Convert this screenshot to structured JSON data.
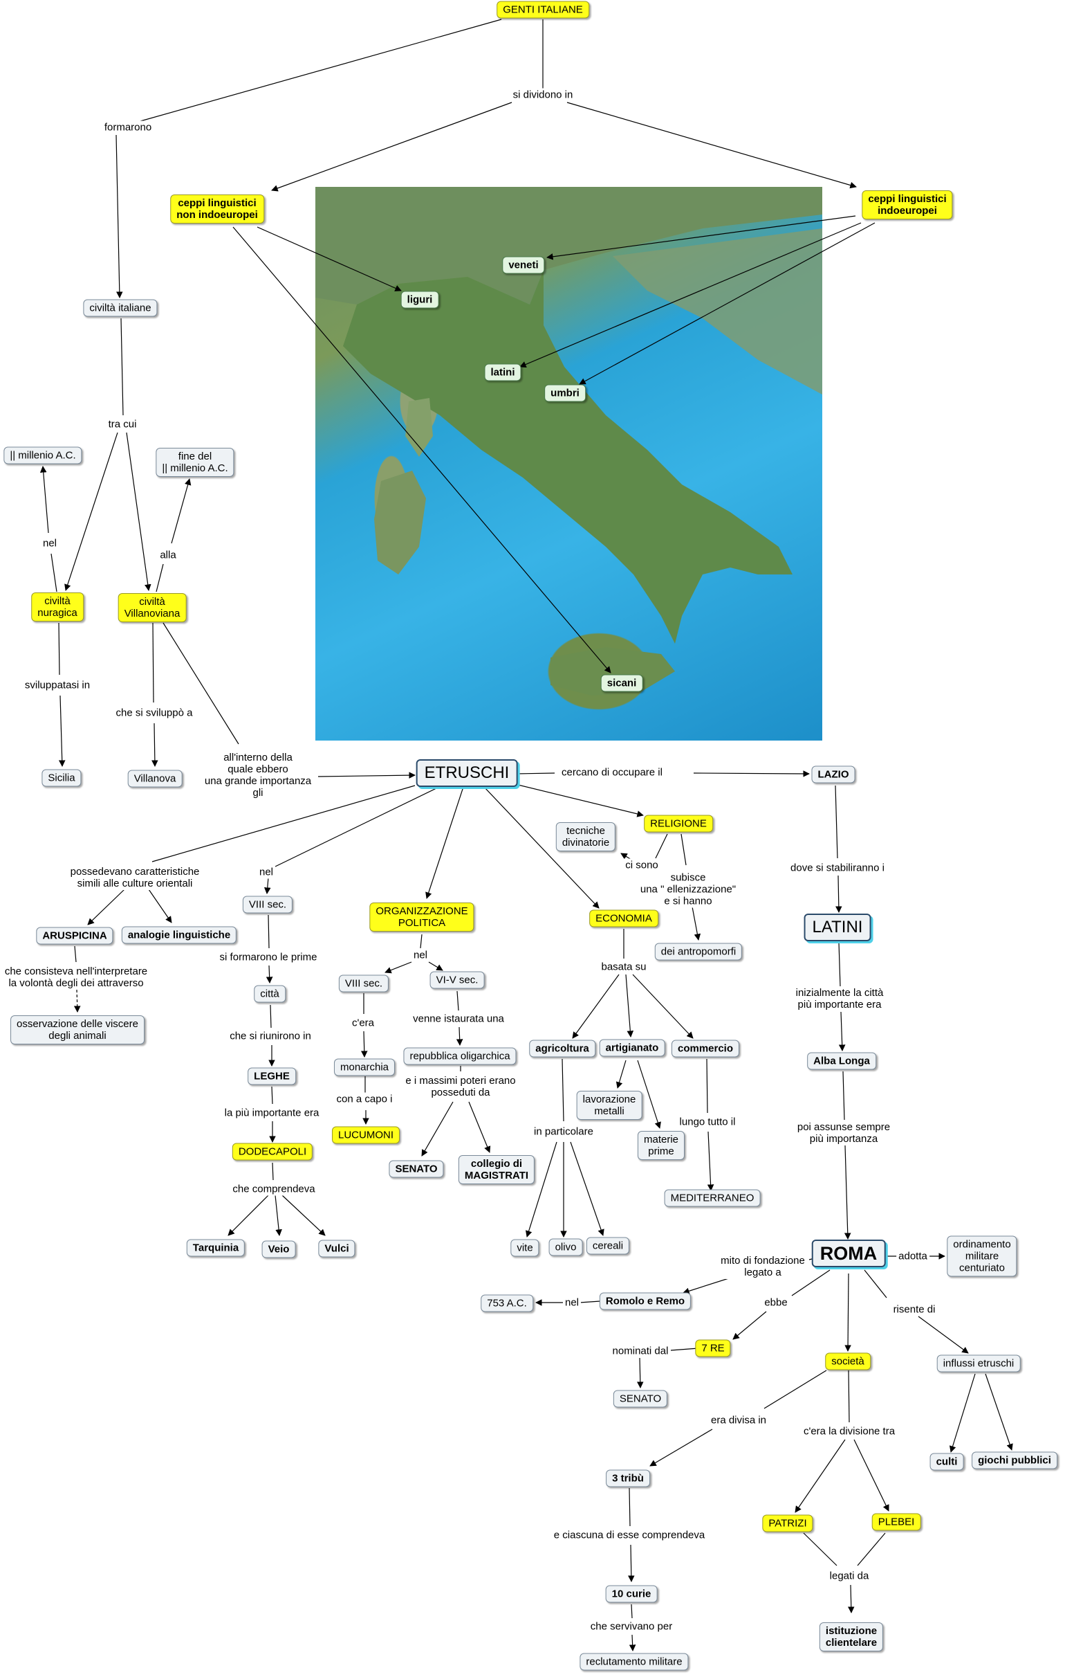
{
  "nodes": {
    "genti_italiane": "GENTI ITALIANE",
    "ceppi_non_indo": "ceppi linguistici\nnon indoeuropei",
    "ceppi_indo": "ceppi linguistici\nindoeuropei",
    "veneti": "veneti",
    "liguri": "liguri",
    "latini_map": "latini",
    "umbri": "umbri",
    "sicani": "sicani",
    "civilta_italiane": "civiltà italiane",
    "millennio": "|| millenio A.C.",
    "fine_millennio": "fine del\n|| millenio A.C.",
    "civilta_nuragica": "civiltà\nnuragica",
    "civilta_villanoviana": "civiltà\nVillanoviana",
    "sicilia": "Sicilia",
    "villanova": "Villanova",
    "etruschi": "ETRUSCHI",
    "lazio": "LAZIO",
    "religione": "RELIGIONE",
    "tecniche_divinatorie": "tecniche\ndivinatorie",
    "dei_antropomorfi": "dei antropomorfi",
    "aruspicina": "ARUSPICINA",
    "analogie": "analogie linguistiche",
    "osservazione": "osservazione delle viscere\ndegli animali",
    "viii_sec_1": "VIII sec.",
    "citta": "città",
    "leghe": "LEGHE",
    "dodecapoli": "DODECAPOLI",
    "tarquinia": "Tarquinia",
    "veio": "Veio",
    "vulci": "Vulci",
    "org_politica": "ORGANIZZAZIONE\nPOLITICA",
    "viii_sec_2": "VIII sec.",
    "vi_v_sec": "VI-V sec.",
    "monarchia": "monarchia",
    "lucumoni": "LUCUMONI",
    "repubblica": "repubblica oligarchica",
    "senato_1": "SENATO",
    "collegio": "collegio di\nMAGISTRATI",
    "economia": "ECONOMIA",
    "agricoltura": "agricoltura",
    "artigianato": "artigianato",
    "commercio": "commercio",
    "lavorazione": "lavorazione\nmetalli",
    "materie_prime": "materie\nprime",
    "mediterraneo": "MEDITERRANEO",
    "vite": "vite",
    "olivo": "olivo",
    "cereali": "cereali",
    "latini": "LATINI",
    "alba_longa": "Alba Longa",
    "roma": "ROMA",
    "ordinamento": "ordinamento\nmilitare\ncenturiato",
    "romolo_remo": "Romolo e Remo",
    "anno_753": "753 A.C.",
    "sette_re": "7 RE",
    "senato_2": "SENATO",
    "societa": "società",
    "influssi": "influssi etruschi",
    "culti": "culti",
    "giochi": "giochi pubblici",
    "tre_tribu": "3 tribù",
    "dieci_curie": "10 curie",
    "reclutamento": "reclutamento militare",
    "patrizi": "PATRIZI",
    "plebei": "PLEBEI",
    "istituzione": "istituzione\nclientelare"
  },
  "links": {
    "formarono": "formarono",
    "si_dividono": "si dividono in",
    "tra_cui": "tra cui",
    "nel_1": "nel",
    "alla": "alla",
    "sviluppatasi": "sviluppatasi in",
    "che_si_sviluppo": "che si sviluppò a",
    "allinterno": "all'interno della\nquale ebbero\nuna grande importanza\ngli",
    "cercano": "cercano di occupare il",
    "possedevano": "possedevano caratteristiche\nsimili alle culture orientali",
    "nel_2": "nel",
    "ci_sono": "ci sono",
    "subisce": "subisce\nuna \" ellenizzazione\"\ne si hanno",
    "che_consisteva": "che consisteva nell'interpretare\nla volontà degli dei attraverso",
    "si_formarono": "si formarono le prime",
    "che_si_riunirono": "che si riunirono in",
    "la_piu_importante": "la più importante era",
    "che_comprendeva": "che comprendeva",
    "nel_3": "nel",
    "cera": "c'era",
    "con_a_capo": "con a capo i",
    "venne_istaurata": "venne istaurata una",
    "e_i_massimi": "e i massimi poteri erano\nposseduti da",
    "basata_su": "basata su",
    "in_particolare": "in particolare",
    "lungo_tutto": "lungo tutto il",
    "dove_si": "dove si stabiliranno i",
    "inizialmente": "inizialmente la città\npiù importante era",
    "poi_assunse": "poi assunse sempre\npiù importanza",
    "adotta": "adotta",
    "mito": "mito di fondazione\nlegato a",
    "nel_4": "nel",
    "ebbe": "ebbe",
    "nominati_dal": "nominati dal",
    "risente_di": "risente di",
    "era_divisa": "era divisa in",
    "cera_divisione": "c'era la divisione tra",
    "e_ciascuna": "e ciascuna di esse comprendeva",
    "che_servivano": "che servivano per",
    "legati_da": "legati da"
  }
}
